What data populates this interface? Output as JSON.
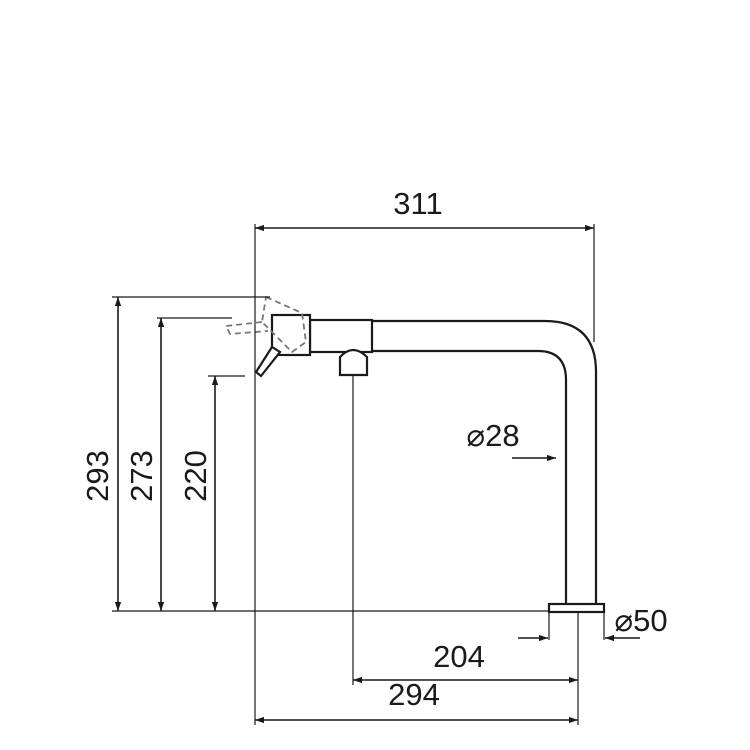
{
  "dimensions": {
    "overall_length": "311",
    "height_total": "293",
    "height_handle": "273",
    "height_lever": "220",
    "pipe_diameter": "⌀28",
    "base_diameter": "⌀50",
    "spout_reach": "204",
    "base_reach": "294"
  }
}
